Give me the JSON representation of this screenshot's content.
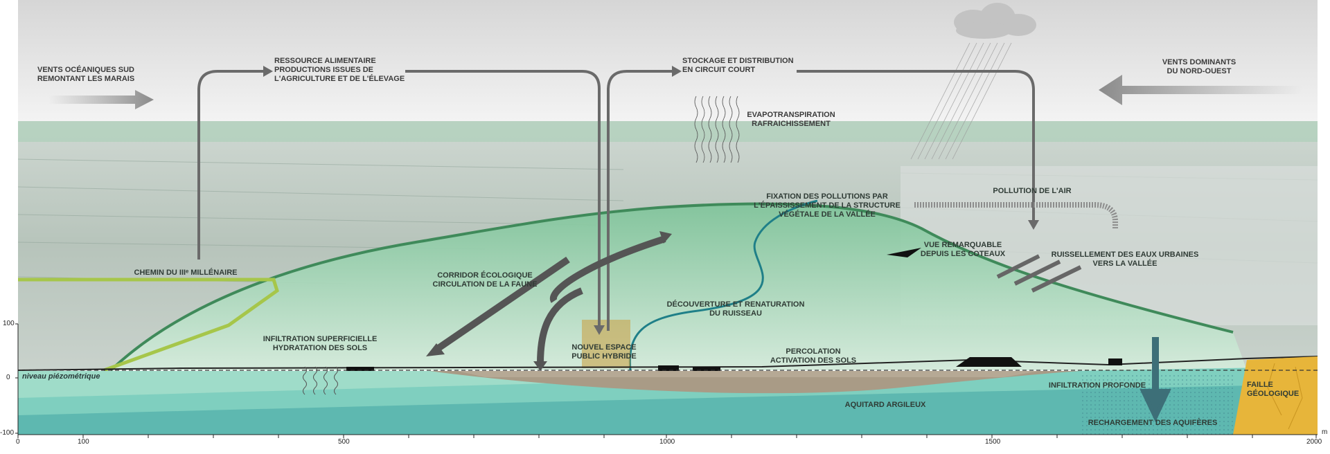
{
  "labels": {
    "vents_oceaniques": "VENTS OCÉANIQUES SUD\nREMONTANT LES MARAIS",
    "ressource_alimentaire": "RESSOURCE ALIMENTAIRE\nPRODUCTIONS ISSUES DE\nL'AGRICULTURE ET DE L'ÉLEVAGE",
    "stockage": "STOCKAGE ET DISTRIBUTION\nEN CIRCUIT COURT",
    "vents_dominants": "VENTS DOMINANTS\nDU NORD-OUEST",
    "evapotranspiration": "EVAPOTRANSPIRATION\nRAFRAICHISSEMENT",
    "fixation": "FIXATION DES POLLUTIONS PAR\nL'ÉPAISSISSEMENT DE LA STRUCTURE\nVÉGÉTALE DE LA VALLÉE",
    "pollution_air": "POLLUTION DE L'AIR",
    "vue_remarquable": "VUE REMARQUABLE\nDEPUIS LES COTEAUX",
    "ruissellement": "RUISSELLEMENT DES EAUX URBAINES\nVERS LA VALLÉE",
    "chemin": "CHEMIN DU IIIᵉ MILLÉNAIRE",
    "corridor": "CORRIDOR ÉCOLOGIQUE\nCIRCULATION DE LA FAUNE",
    "decouverture": "DÉCOUVERTURE ET RENATURATION\nDU RUISSEAU",
    "infiltration_superficielle": "INFILTRATION SUPERFICIELLE\nHYDRATATION DES SOLS",
    "nouvel_espace": "NOUVEL ESPACE\nPUBLIC HYBRIDE",
    "percolation": "PERCOLATION\nACTIVATION DES SOLS",
    "infiltration_profonde": "INFILTRATION PROFONDE",
    "faille": "FAILLE\nGÉOLOGIQUE",
    "aquitard": "AQUITARD ARGILEUX",
    "rechargement": "RECHARGEMENT DES AQUIFÈRES",
    "niveau": "niveau piézométrique"
  },
  "axis": {
    "y_ticks": [
      "100",
      "0",
      "-100"
    ],
    "x_ticks": [
      "0",
      "100",
      "500",
      "1000",
      "1500",
      "2000"
    ],
    "x_unit": "m"
  },
  "colors": {
    "vegetation": "#5fae7f",
    "water": "#2f8fa0",
    "soil": "#a99b86",
    "aquifer_light": "#9fdcc9",
    "aquifer_mid": "#6cc0b0",
    "aquifer_deep": "#4fa8a8",
    "fault": "#e7b53a",
    "arrow": "#6a6a6a"
  }
}
